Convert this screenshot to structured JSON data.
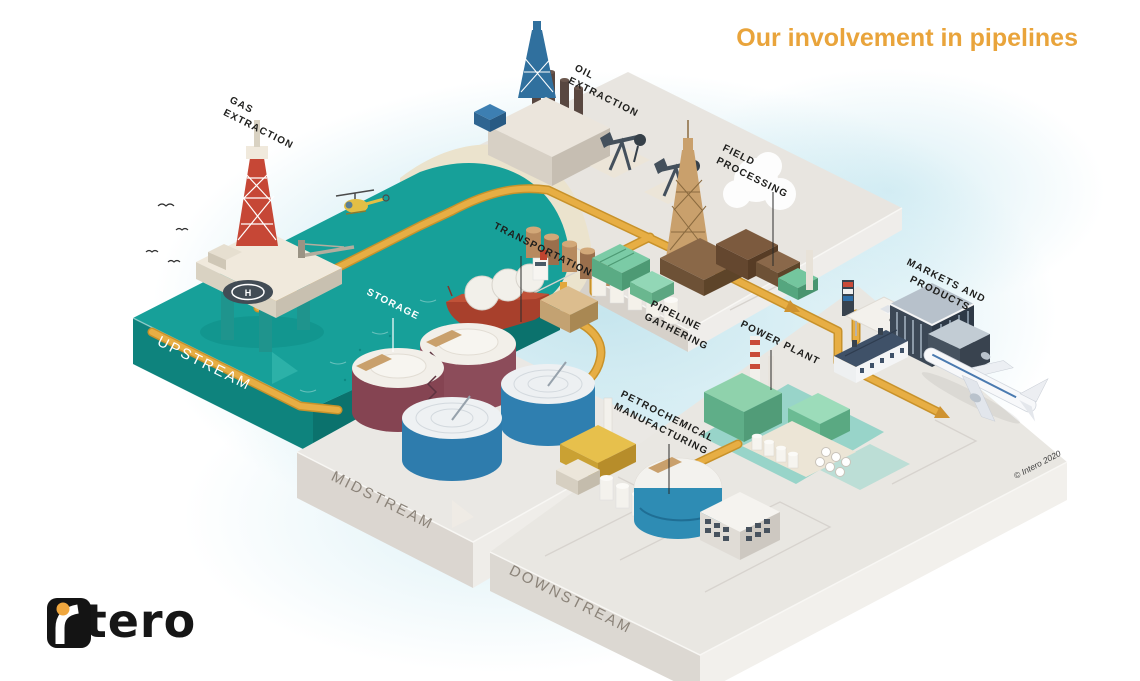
{
  "title": {
    "text": "Our involvement in pipelines",
    "color": "#e9a43b"
  },
  "process_labels": {
    "gas_extraction": "GAS\nEXTRACTION",
    "oil_extraction": "OIL\nEXTRACTION",
    "field_processing": "FIELD\nPROCESSING",
    "transportation": "TRANSPORTATION",
    "storage": "STORAGE",
    "pipeline_gathering": "PIPELINE\nGATHERING",
    "power_plant": "POWER PLANT",
    "markets_and_products": "MARKETS AND\nPRODUCTS",
    "petrochemical_manufacturing": "PETROCHEMICAL\nMANUFACTURING"
  },
  "stages": {
    "upstream": "UPSTREAM",
    "midstream": "MIDSTREAM",
    "downstream": "DOWNSTREAM"
  },
  "helipad_marking": "H",
  "copyright": "© Intero 2020",
  "logo": {
    "wordmark": "ntero"
  },
  "colors": {
    "accent_orange": "#e9a43b",
    "water_teal": "#17a099",
    "pipeline_yellow": "#e7ae44",
    "tank_maroon": "#8a4a58",
    "tank_blue": "#2e7fae",
    "platform_gray": "#e9e7e2"
  }
}
